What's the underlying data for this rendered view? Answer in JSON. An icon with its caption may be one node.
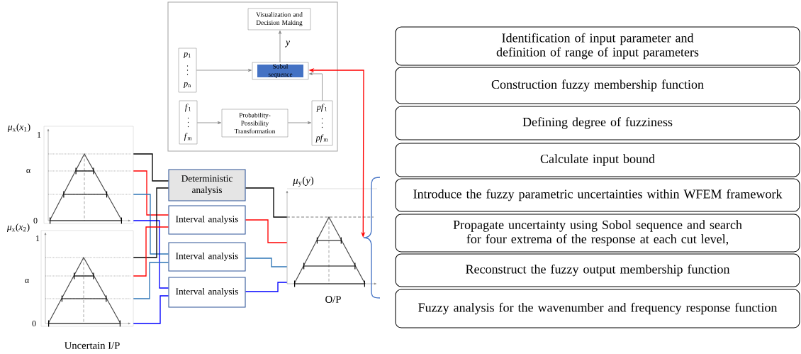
{
  "diagram": {
    "nodes": [
      {
        "text": [],
        "shape": "box"
      },
      {
        "text": [
          "Visualization and Decision Making"
        ],
        "in": 0
      },
      {
        "text": [
          "*p*$_{1}$",
          "*p*$_{n}$"
        ],
        "in": 0
      },
      {
        "text": [
          "Sobol sequence"
        ],
        "in": 0
      },
      {
        "text": [
          "*f*$_{1}$",
          "*f*$_{m}$"
        ],
        "in": 0
      },
      {
        "text": [
          "Probability- Possibility Transformation"
        ],
        "in": 0
      },
      {
        "text": [
          "*pf*$_{1}$",
          "*pf*$_{m}$"
        ],
        "in": 0
      },
      {
        "text": [
          "*μ*$_{x}$(*x*$_{1}$)"
        ]
      },
      {
        "text": [
          "*μ*$_{x}$(*x*$_{2}$)"
        ]
      },
      {
        "text": [
          "Deterministic analysis"
        ]
      },
      {
        "text": [
          "Interval analysis"
        ]
      },
      {
        "text": [
          "Interval analysis"
        ]
      },
      {
        "text": [
          "Interval analysis"
        ]
      },
      {
        "text": [
          "*μ*$_{y}$(*y*)"
        ],
        "beside": [
          "O/P"
        ]
      },
      {
        "text": [
          "Identification of input parameter and definition of range of input parameters"
        ]
      },
      {
        "text": [
          "Construction fuzzy membership function"
        ]
      },
      {
        "text": [
          "Defining degree of fuzziness"
        ]
      },
      {
        "text": [
          "Calculate input bound"
        ]
      },
      {
        "text": [
          "Introduce the fuzzy parametric uncertainties within WFEM framework"
        ]
      },
      {
        "text": [
          "Propagate uncertainty using Sobol sequence and search for four extrema of the response at each cut level,"
        ]
      },
      {
        "text": [
          "Reconstruct the fuzzy output membership function"
        ]
      },
      {
        "text": [
          "Fuzzy analysis for the wavenumber and frequency response function"
        ]
      }
    ],
    "edges": [
      {
        "from": 2,
        "to": 3,
        "arrow": "to",
        "color": "#7f7f7f"
      },
      {
        "from": 3,
        "to": 1,
        "arrow": "to",
        "label": "*y*",
        "color": "#7f7f7f"
      },
      {
        "from": 4,
        "to": 5,
        "arrow": "to",
        "color": "#7f7f7f"
      },
      {
        "from": 5,
        "to": 6,
        "arrow": "to",
        "color": "#7f7f7f"
      },
      {
        "from": 6,
        "to": 3,
        "arrow": "to",
        "color": "#7f7f7f"
      },
      {
        "from": 3,
        "to": 13,
        "arrow": "both",
        "color": "#ff0000"
      },
      {
        "from": 7,
        "to": 9,
        "arrow": "none",
        "color": "#000000"
      },
      {
        "from": 7,
        "to": 10,
        "arrow": "none",
        "color": "#ff0000"
      },
      {
        "from": 7,
        "to": 11,
        "arrow": "none",
        "color": "#2e75b6"
      },
      {
        "from": 7,
        "to": 12,
        "arrow": "none",
        "color": "#0000ff"
      },
      {
        "from": 8,
        "to": 9,
        "arrow": "none",
        "color": "#000000"
      },
      {
        "from": 8,
        "to": 10,
        "arrow": "none",
        "color": "#ff0000"
      },
      {
        "from": 8,
        "to": 11,
        "arrow": "none",
        "color": "#2e75b6"
      },
      {
        "from": 8,
        "to": 12,
        "arrow": "none",
        "color": "#0000ff"
      },
      {
        "from": 9,
        "to": 13,
        "arrow": "none",
        "color": "#000000"
      },
      {
        "from": 10,
        "to": 13,
        "arrow": "none",
        "color": "#ff0000"
      },
      {
        "from": 11,
        "to": 13,
        "arrow": "none",
        "color": "#2e75b6"
      },
      {
        "from": 12,
        "to": 13,
        "arrow": "none",
        "color": "#0000ff"
      }
    ],
    "labels": [
      "1",
      "α",
      "0",
      "1",
      "α",
      "0",
      "Uncertain I/P"
    ]
  }
}
